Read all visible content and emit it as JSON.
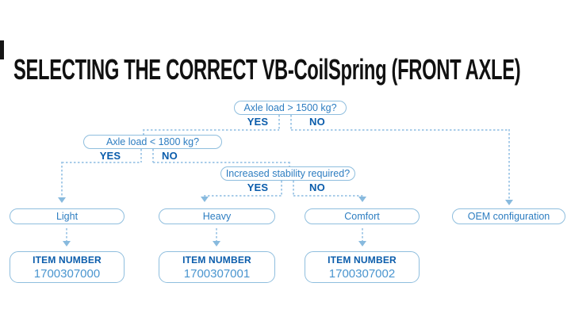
{
  "title": "SELECTING THE CORRECT VB-CoilSpring (FRONT AXLE)",
  "colors": {
    "accent_dark_blue": "#0a5cab",
    "box_text_blue": "#2d7dc1",
    "border_blue": "#8fbede",
    "dash_line_blue": "#a8cce9",
    "item_number_blue": "#4a95cf",
    "title_black": "#111111"
  },
  "flowchart": {
    "decisions": [
      {
        "question": "Axle load > 1500 kg?",
        "yes": "YES",
        "no": "NO"
      },
      {
        "question": "Axle load < 1800 kg?",
        "yes": "YES",
        "no": "NO"
      },
      {
        "question": "Increased stability required?",
        "yes": "YES",
        "no": "NO"
      }
    ],
    "outcomes": [
      {
        "label": "Light",
        "item_label": "ITEM NUMBER",
        "item_number": "1700307000"
      },
      {
        "label": "Heavy",
        "item_label": "ITEM NUMBER",
        "item_number": "1700307001"
      },
      {
        "label": "Comfort",
        "item_label": "ITEM NUMBER",
        "item_number": "1700307002"
      },
      {
        "label": "OEM configuration"
      }
    ]
  }
}
